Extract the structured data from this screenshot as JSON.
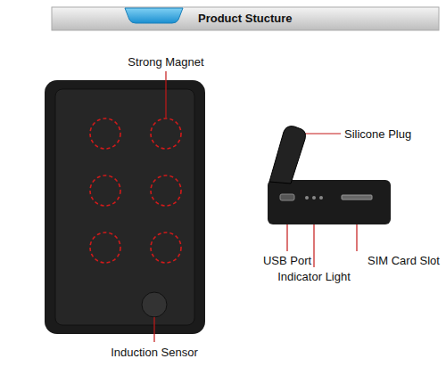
{
  "diagram": {
    "title": "Product Stucture",
    "labels": [
      "Strong Magnet",
      "Silicone Plug",
      "USB Port",
      "SIM Card Slot",
      "Indicator Light",
      "Induction Sensor"
    ]
  }
}
